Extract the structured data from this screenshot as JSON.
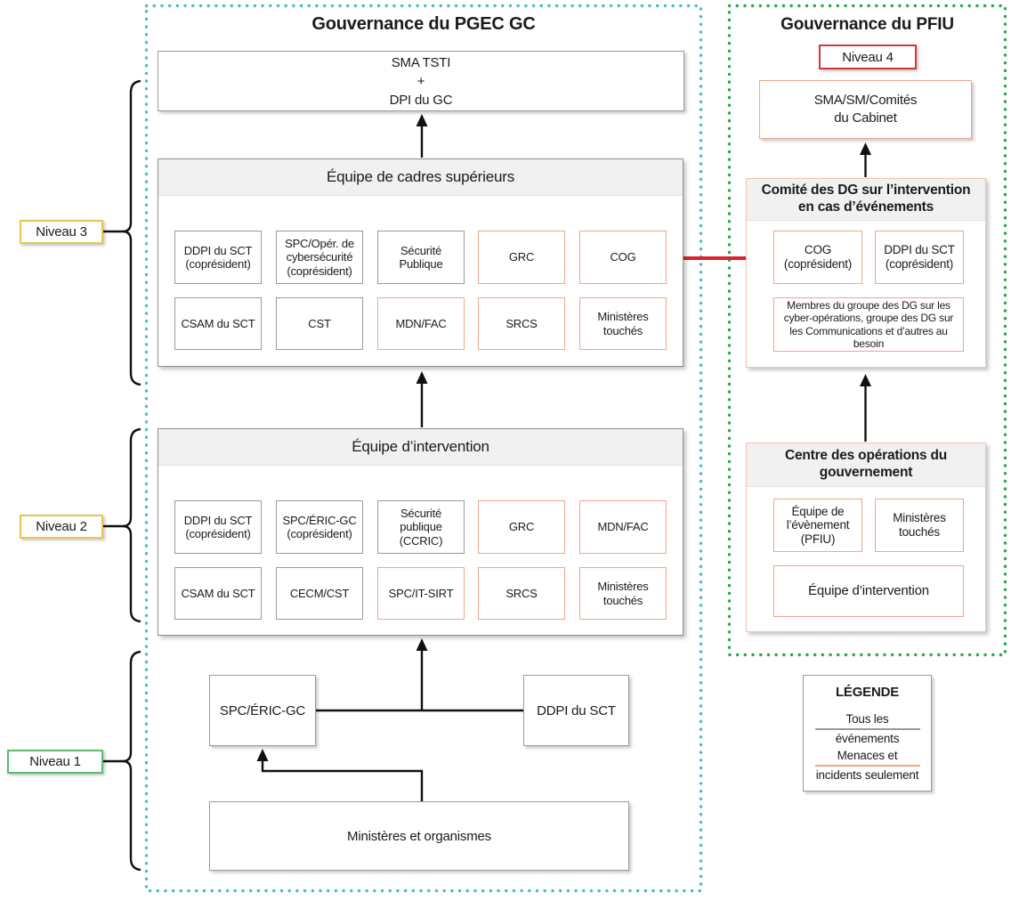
{
  "accent_colors": {
    "pgec_dotted_border": "#4bbec2",
    "pfiu_dotted_border": "#2aa84e",
    "niveau_2_3_yellow": "#e7c54e",
    "niveau_1_green": "#5cb86c",
    "niveau_4_red": "#cd3a3c",
    "all_events_gray": "#9a9a9a",
    "threats_incidents_salmon": "#f0a68c",
    "escalation_arrow_red": "#d9232b",
    "section_header_bg": "#f1f1f1"
  },
  "left_panel": {
    "title": "Gouvernance du PGEC GC",
    "top_box": {
      "lines": [
        "SMA TSTI",
        "+",
        "DPI du GC"
      ]
    },
    "senior_team": {
      "header": "Équipe de cadres supérieurs",
      "row1": [
        {
          "label": "DDPI du SCT (coprésident)",
          "category": "tous_les_evenements"
        },
        {
          "label": "SPC/Opér. de cybersécurité (coprésident)",
          "category": "tous_les_evenements"
        },
        {
          "label": "Sécurité Publique",
          "category": "tous_les_evenements"
        },
        {
          "label": "GRC",
          "category": "menaces_et_incidents"
        },
        {
          "label": "COG",
          "category": "menaces_et_incidents"
        }
      ],
      "row2": [
        {
          "label": "CSAM du SCT",
          "category": "tous_les_evenements"
        },
        {
          "label": "CST",
          "category": "tous_les_evenements"
        },
        {
          "label": "MDN/FAC",
          "category": "menaces_et_incidents"
        },
        {
          "label": "SRCS",
          "category": "menaces_et_incidents"
        },
        {
          "label": "Ministères touchés",
          "category": "menaces_et_incidents"
        }
      ]
    },
    "response_team": {
      "header": "Équipe d’intervention",
      "row1": [
        {
          "label": "DDPI du SCT (coprésident)",
          "category": "tous_les_evenements"
        },
        {
          "label": "SPC/ÉRIC-GC (coprésident)",
          "category": "tous_les_evenements"
        },
        {
          "label": "Sécurité publique (CCRIC)",
          "category": "tous_les_evenements"
        },
        {
          "label": "GRC",
          "category": "menaces_et_incidents"
        },
        {
          "label": "MDN/FAC",
          "category": "menaces_et_incidents"
        }
      ],
      "row2": [
        {
          "label": "CSAM du SCT",
          "category": "tous_les_evenements"
        },
        {
          "label": "CECM/CST",
          "category": "tous_les_evenements"
        },
        {
          "label": "SPC/IT-SIRT",
          "category": "menaces_et_incidents"
        },
        {
          "label": "SRCS",
          "category": "menaces_et_incidents"
        },
        {
          "label": "Ministères touchés",
          "category": "menaces_et_incidents"
        }
      ]
    },
    "level1_boxes": {
      "spc_eric": "SPC/ÉRIC-GC",
      "ddpi": "DDPI du SCT",
      "ministries": "Ministères et organismes"
    }
  },
  "right_panel": {
    "title": "Gouvernance du PFIU",
    "niveau4_label": "Niveau 4",
    "top_box": {
      "lines": [
        "SMA/SM/Comités",
        "du Cabinet"
      ]
    },
    "dg_committee": {
      "header": "Comité des DG sur l’intervention en cas d’événements",
      "cog": "COG (coprésident)",
      "ddpi": "DDPI du SCT (coprésident)",
      "members": "Membres du groupe des DG sur les cyber-opérations, groupe des DG sur les Communications et d’autres au besoin"
    },
    "goc": {
      "header": "Centre des opérations du gouvernement",
      "event_team": "Équipe de l’évènement (PFIU)",
      "ministries": "Ministères touchés",
      "response_team": "Équipe d’intervention"
    }
  },
  "levels": {
    "niveau3": "Niveau 3",
    "niveau2": "Niveau 2",
    "niveau1": "Niveau 1"
  },
  "legend": {
    "title": "LÉGENDE",
    "items": [
      {
        "line1": "Tous les",
        "line2": "événements",
        "meaning": "gray_border"
      },
      {
        "line1": "Menaces et",
        "line2": "incidents seulement",
        "meaning": "salmon_border"
      }
    ]
  }
}
